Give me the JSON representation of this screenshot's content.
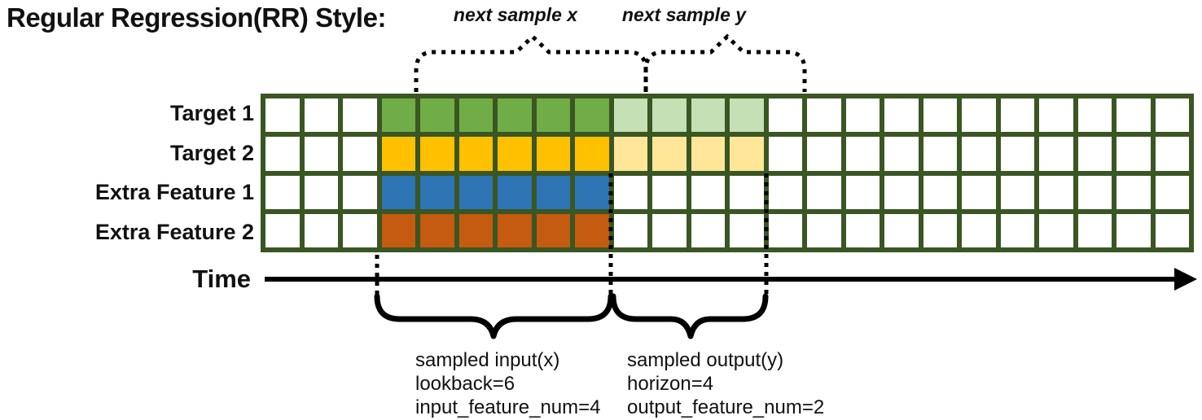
{
  "title": "Regular Regression(RR) Style:",
  "annotations": {
    "next_sample_x": "next sample x",
    "next_sample_y": "next sample y"
  },
  "time_axis": {
    "label": "Time"
  },
  "grid": {
    "columns": 24,
    "border_color": "#3A5623",
    "empty_cell_color": "#FFFFFF",
    "input_start_col": 3,
    "lookback": 6,
    "horizon": 4,
    "rows": [
      {
        "label": "Target 1",
        "input_color": "#70AD47",
        "output_color": "#C5E0B4",
        "has_output": true
      },
      {
        "label": "Target 2",
        "input_color": "#FFC000",
        "output_color": "#FFE699",
        "has_output": true
      },
      {
        "label": "Extra Feature 1",
        "input_color": "#2E75B6",
        "output_color": null,
        "has_output": false
      },
      {
        "label": "Extra Feature 2",
        "input_color": "#C55A11",
        "output_color": null,
        "has_output": false
      }
    ]
  },
  "sample_labels": {
    "input": [
      "sampled input(x)",
      "lookback=6",
      "input_feature_num=4"
    ],
    "output": [
      "sampled output(y)",
      "horizon=4",
      "output_feature_num=2"
    ]
  }
}
